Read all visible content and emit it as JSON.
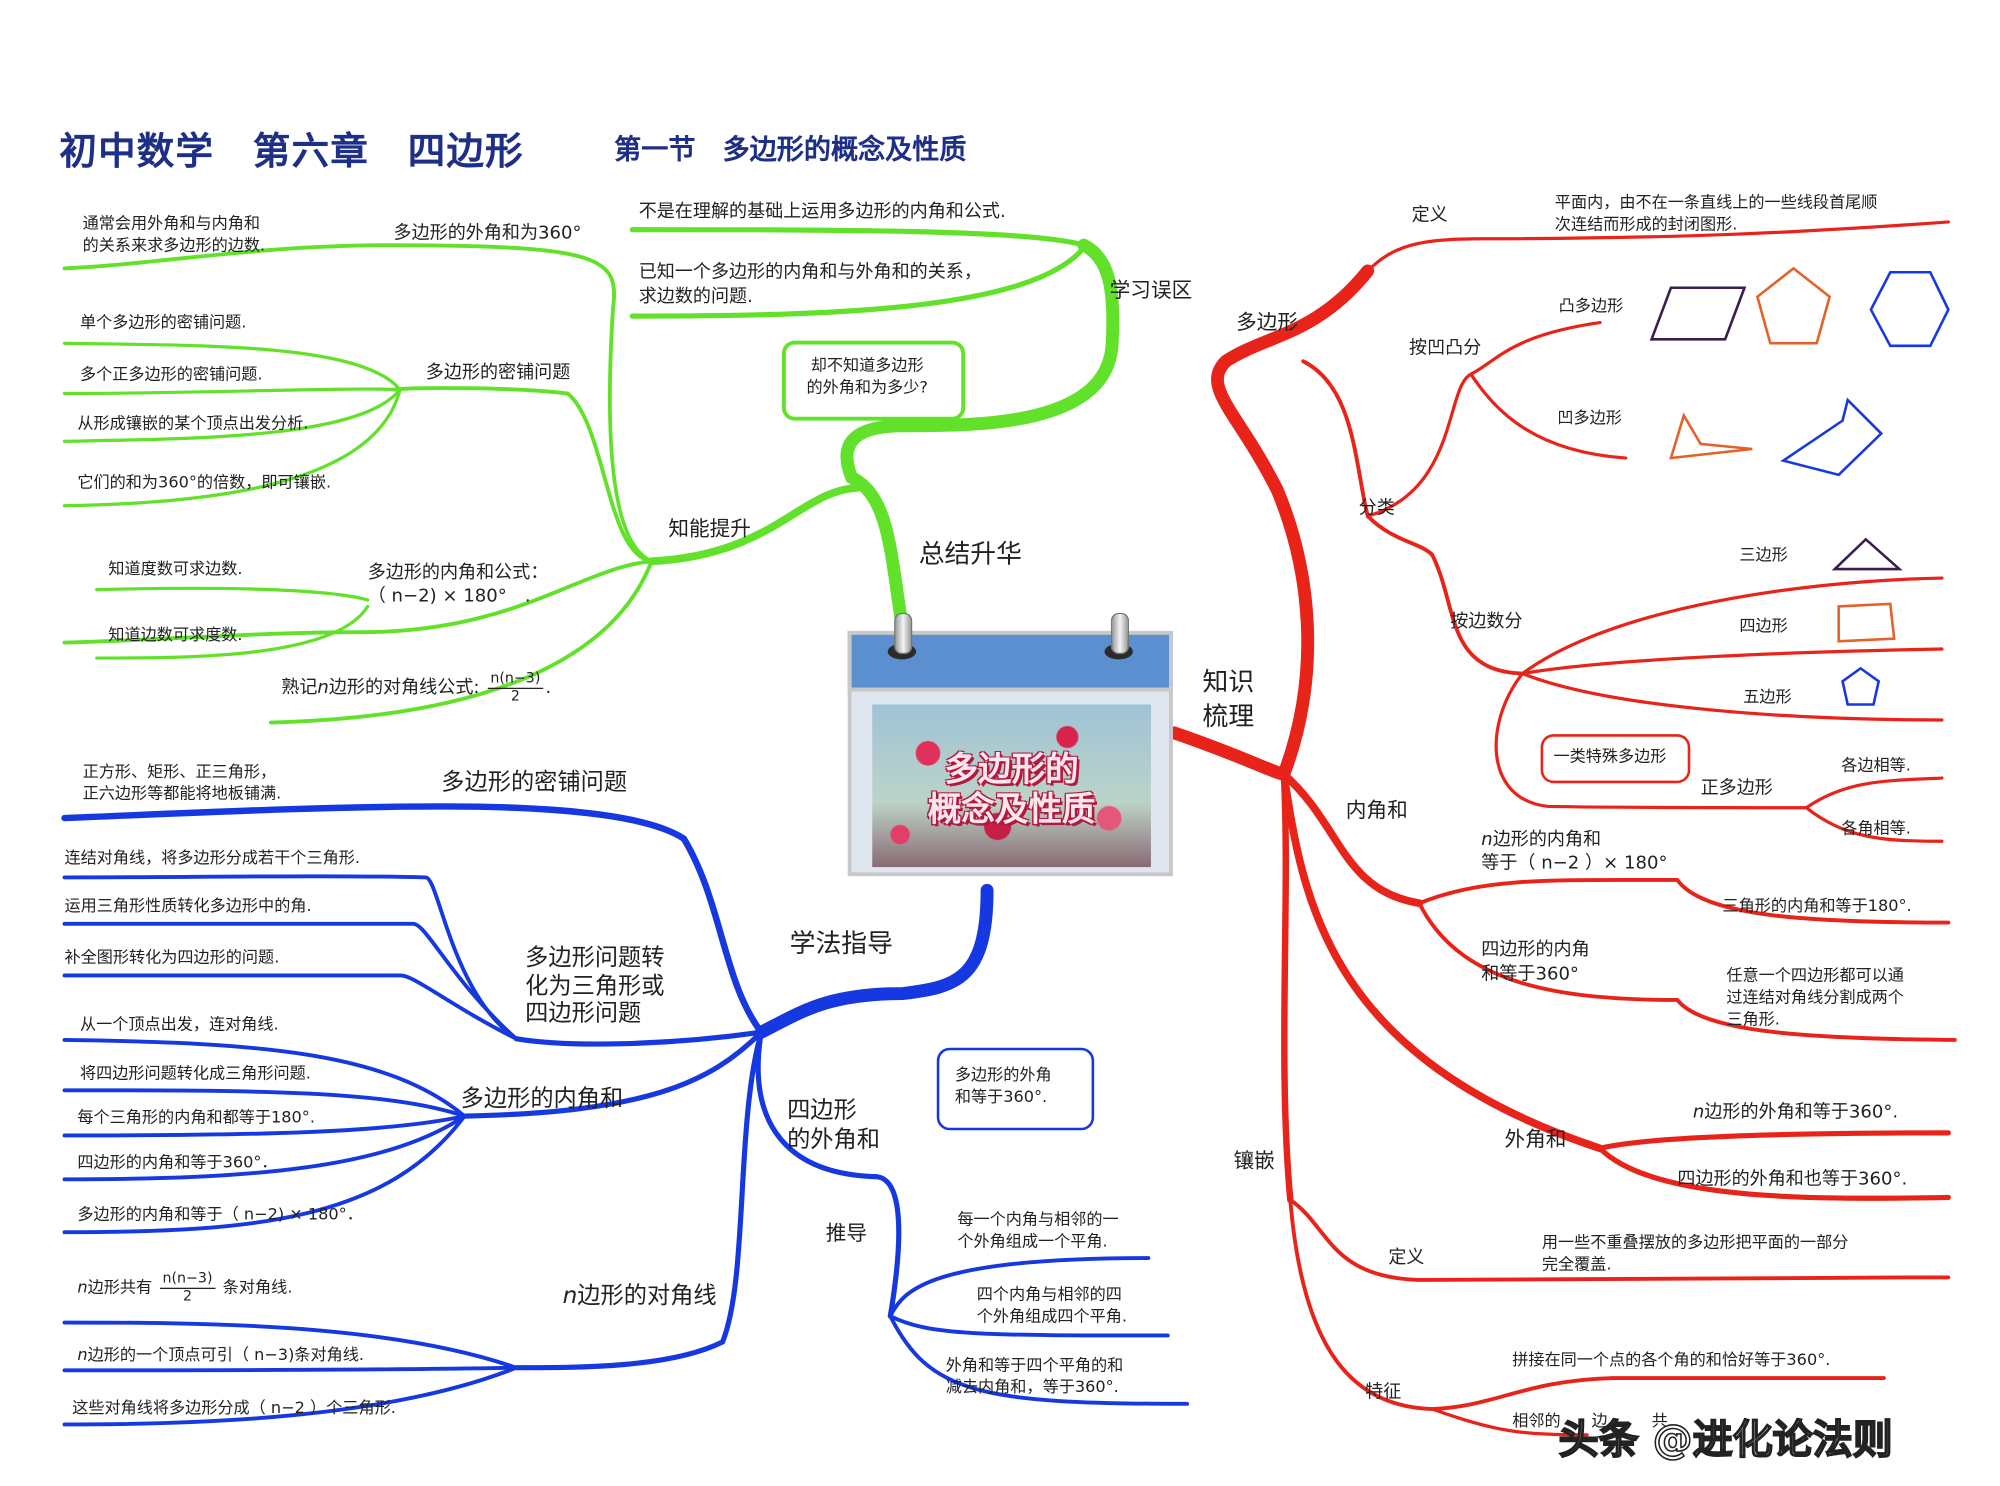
{
  "title": {
    "main": "初中数学　第六章　四边形",
    "sub": "第一节　多边形的概念及性质"
  },
  "center": {
    "title_line1": "多边形的",
    "title_line2": "概念及性质"
  },
  "colors": {
    "green": "#62e12a",
    "red": "#e8231a",
    "blue": "#1638e0",
    "title": "#1d2f86",
    "orange": "#e3622a",
    "purple": "#3a1d4e"
  },
  "green_branch": {
    "label": "总结升华",
    "zhineng": {
      "label": "知能提升",
      "exterior_sum": {
        "label": "多边形的外角和为360°",
        "leaf": "通常会用外角和与内角和\n的关系来求多边形的边数."
      },
      "tessellation": {
        "label": "多边形的密铺问题",
        "leaves": [
          "单个多边形的密铺问题.",
          "多个正多边形的密铺问题.",
          "从形成镶嵌的某个顶点出发分析.",
          "它们的和为360°的倍数，即可镶嵌."
        ]
      },
      "interior_formula": {
        "label_line1": "多边形的内角和公式：",
        "label_line2": "（ n−2) × 180°　.",
        "leaves": [
          "知道度数可求边数.",
          "知道边数可求度数."
        ]
      },
      "diagonal": {
        "prefix": "熟记",
        "n": "n",
        "suffix": "边形的对角线公式:",
        "num": "n(n−3)",
        "den": "2",
        "end": "."
      }
    },
    "mistakes": {
      "label": "学习误区",
      "leaf1": "不是在理解的基础上运用多边形的内角和公式.",
      "leaf2": "已知一个多边形的内角和与外角和的关系，\n求边数的问题.",
      "callout": "却不知道多边形\n的外角和为多少?"
    }
  },
  "red_branch": {
    "label": "知识\n梳理",
    "polygon": {
      "label": "多边形",
      "definition": {
        "label": "定义",
        "text": "平面内，由不在一条直线上的一些线段首尾顺\n次连结而形成的封闭图形."
      },
      "classification": {
        "label": "分类",
        "concavity": {
          "label": "按凹凸分",
          "convex": "凸多边形",
          "concave": "凹多边形"
        },
        "by_sides": {
          "label": "按边数分",
          "items": [
            "三边形",
            "四边形",
            "五边形"
          ],
          "regular": {
            "label": "正多边形",
            "callout": "一类特殊多边形",
            "leaves": [
              "各边相等.",
              "各角相等."
            ]
          }
        }
      }
    },
    "interior": {
      "label": "内角和",
      "n_gon": {
        "label_line1": "边形的内角和",
        "label_line2": "等于（ n−2 ）× 180°",
        "n": "n",
        "leaf": "三角形的内角和等于180°."
      },
      "quad": {
        "label": "四边形的内角\n和等于360°",
        "leaf": "任意一个四边形都可以通\n过连结对角线分割成两个\n三角形."
      }
    },
    "exterior": {
      "label": "外角和",
      "leaf1_n": "n",
      "leaf1": "边形的外角和等于360°.",
      "leaf2": "四边形的外角和也等于360°."
    },
    "tessellation": {
      "label": "镶嵌",
      "definition": {
        "label": "定义",
        "text": "用一些不重叠摆放的多边形把平面的一部分\n完全覆盖."
      },
      "feature": {
        "label": "特征",
        "leaf1": "拼接在同一个点的各个角的和恰好等于360°.",
        "leaf2_visible": "相邻的",
        "leaf2_mid": "边",
        "leaf2_end": "共"
      }
    }
  },
  "blue_branch": {
    "label": "学法指导",
    "tessellation": {
      "label": "多边形的密铺问题",
      "leaf": "正方形、矩形、正三角形，\n正六边形等都能将地板铺满."
    },
    "convert": {
      "label": "多边形问题转\n化为三角形或\n四边形问题",
      "leaves": [
        "连结对角线，将多边形分成若干个三角形.",
        "运用三角形性质转化多边形中的角.",
        "补全图形转化为四边形的问题."
      ]
    },
    "interior": {
      "label": "多边形的内角和",
      "leaves": [
        "从一个顶点出发，连对角线.",
        "将四边形问题转化成三角形问题.",
        "每个三角形的内角和都等于180°.",
        "四边形的内角和等于360°．",
        "多边形的内角和等于（ n−2) × 180°．"
      ]
    },
    "diagonals": {
      "label_n": "n",
      "label": "边形的对角线",
      "leaf1": {
        "n": "n",
        "prefix": "边形共有",
        "num": "n(n−3)",
        "den": "2",
        "suffix": "条对角线."
      },
      "leaf2": {
        "n": "n",
        "text": "边形的一个顶点可引（ n−3)条对角线."
      },
      "leaf3": "这些对角线将多边形分成（ n−2 ）个三角形."
    },
    "exterior": {
      "label": "四边形\n的外角和",
      "callout": "多边形的外角\n和等于360°.",
      "derive": {
        "label": "推导",
        "leaves": [
          "每一个内角与相邻的一\n个外角组成一个平角.",
          "四个内角与相邻的四\n个外角组成四个平角.",
          "外角和等于四个平角的和\n减去内角和，等于360°."
        ]
      }
    }
  },
  "watermark": "头条 @进化论法则"
}
